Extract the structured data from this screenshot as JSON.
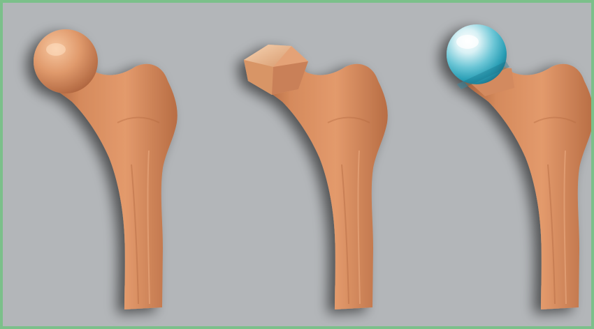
{
  "illustration": {
    "background_color": "#b3b6b9",
    "frame_color": "#7cc08a",
    "bone_color": "#d58a5c",
    "bone_highlight": "#eaa67a",
    "bone_shadow": "#a8603a",
    "panels": [
      {
        "subject": "femur-natural-head",
        "head": "natural"
      },
      {
        "subject": "femur-resected-head",
        "head": "resected"
      },
      {
        "subject": "femur-prosthetic-head",
        "head": "prosthetic",
        "prosthesis_color": "#3fb6c9"
      }
    ]
  }
}
